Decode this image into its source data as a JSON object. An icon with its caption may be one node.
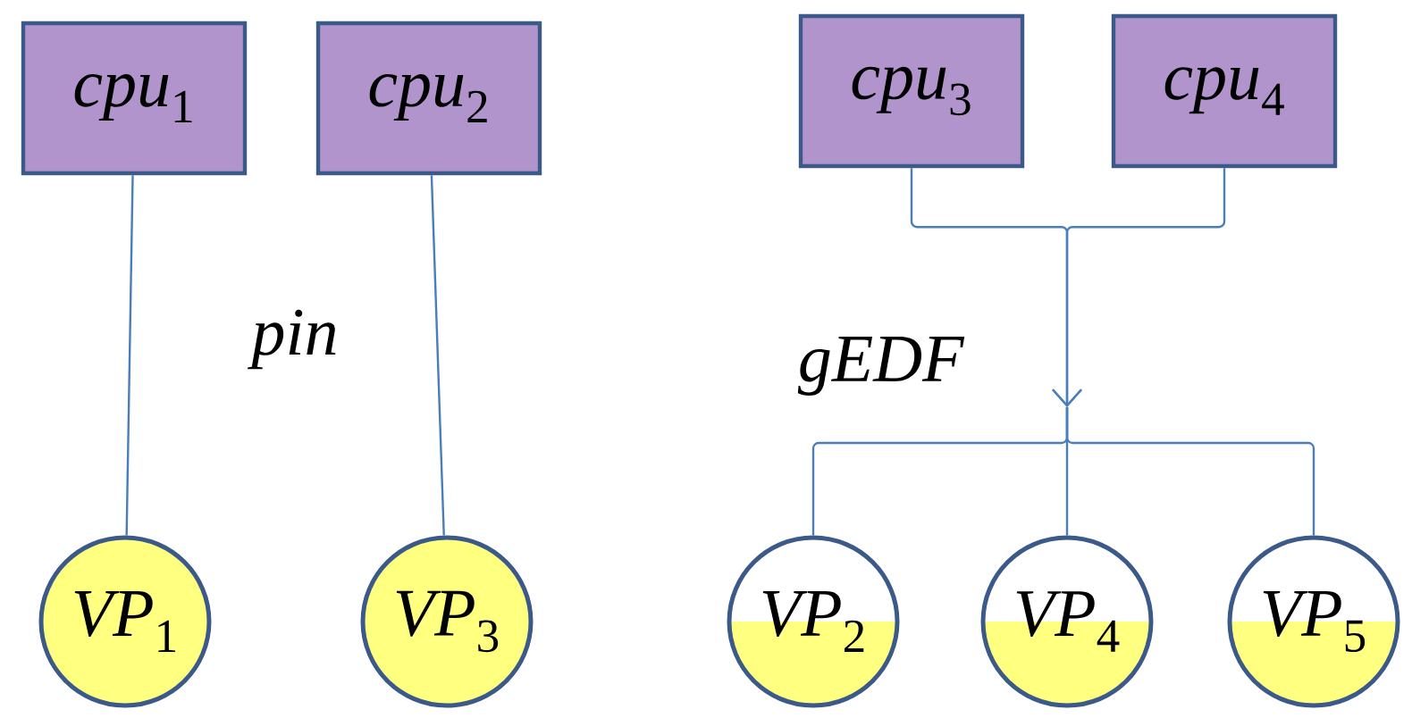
{
  "diagram": {
    "nodes": [
      {
        "text": [
          "*cpu*$_{1}$"
        ]
      },
      {
        "text": [
          "*cpu*$_{2}$"
        ]
      },
      {
        "text": [
          "*cpu*$_{3}$"
        ]
      },
      {
        "text": [
          "*cpu*$_{4}$"
        ]
      },
      {
        "text": [
          "*VP*$_{1}$"
        ]
      },
      {
        "text": [
          "*VP*$_{3}$"
        ]
      },
      {
        "text": [
          "*VP*$_{2}$"
        ]
      },
      {
        "text": [
          "*VP*$_{4}$"
        ]
      },
      {
        "text": [
          "*VP*$_{5}$"
        ]
      }
    ],
    "edges": [
      {
        "from": 0,
        "to": 4,
        "arrow": "none"
      },
      {
        "from": 1,
        "to": 5,
        "arrow": "none"
      },
      {
        "from": 2,
        "to": null,
        "arrow": "to"
      },
      {
        "from": 3,
        "to": null,
        "arrow": "to"
      },
      {
        "from": null,
        "to": 6,
        "arrow": "none"
      },
      {
        "from": null,
        "to": 7,
        "arrow": "none"
      },
      {
        "from": null,
        "to": 8,
        "arrow": "none"
      }
    ],
    "labels": [
      "*pin*",
      "*gEDF*"
    ]
  }
}
